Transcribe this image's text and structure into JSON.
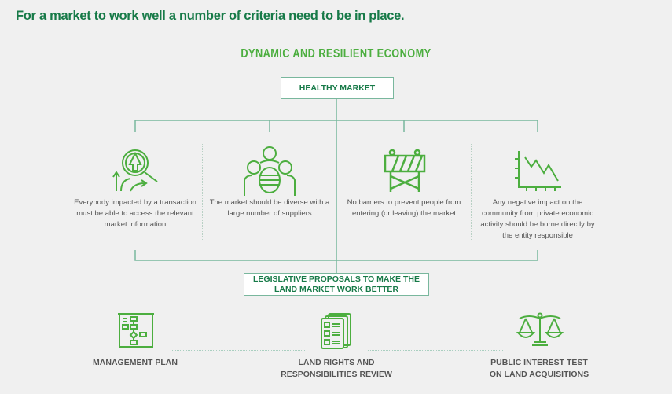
{
  "title": "For a market to work well a number of criteria need to be in place.",
  "economy_heading": "DYNAMIC AND RESILIENT ECONOMY",
  "healthy_market": "HEALTHY MARKET",
  "criteria": [
    {
      "icon": "magnifier-arrows-icon",
      "text": "Everybody impacted by a transaction must be able to access the relevant market information"
    },
    {
      "icon": "group-of-people-icon",
      "text": "The market should be diverse with a large number of suppliers"
    },
    {
      "icon": "barrier-icon",
      "text": "No barriers to prevent people from entering (or leaving) the market"
    },
    {
      "icon": "declining-chart-icon",
      "text": "Any negative impact on the community from private economic activity should be borne directly by the entity responsible"
    }
  ],
  "legislative": {
    "line1": "LEGISLATIVE PROPOSALS TO MAKE THE",
    "line2": "LAND MARKET WORK BETTER"
  },
  "proposals": [
    {
      "icon": "flowchart-board-icon",
      "line1": "MANAGEMENT PLAN",
      "line2": ""
    },
    {
      "icon": "checklist-documents-icon",
      "line1": "LAND RIGHTS AND",
      "line2": "RESPONSIBILITIES REVIEW"
    },
    {
      "icon": "scales-of-justice-icon",
      "line1": "PUBLIC INTEREST TEST",
      "line2": "ON LAND ACQUISITIONS"
    }
  ],
  "colors": {
    "dark_green": "#177a48",
    "bright_green": "#4cae3f",
    "line": "#79b79d"
  }
}
